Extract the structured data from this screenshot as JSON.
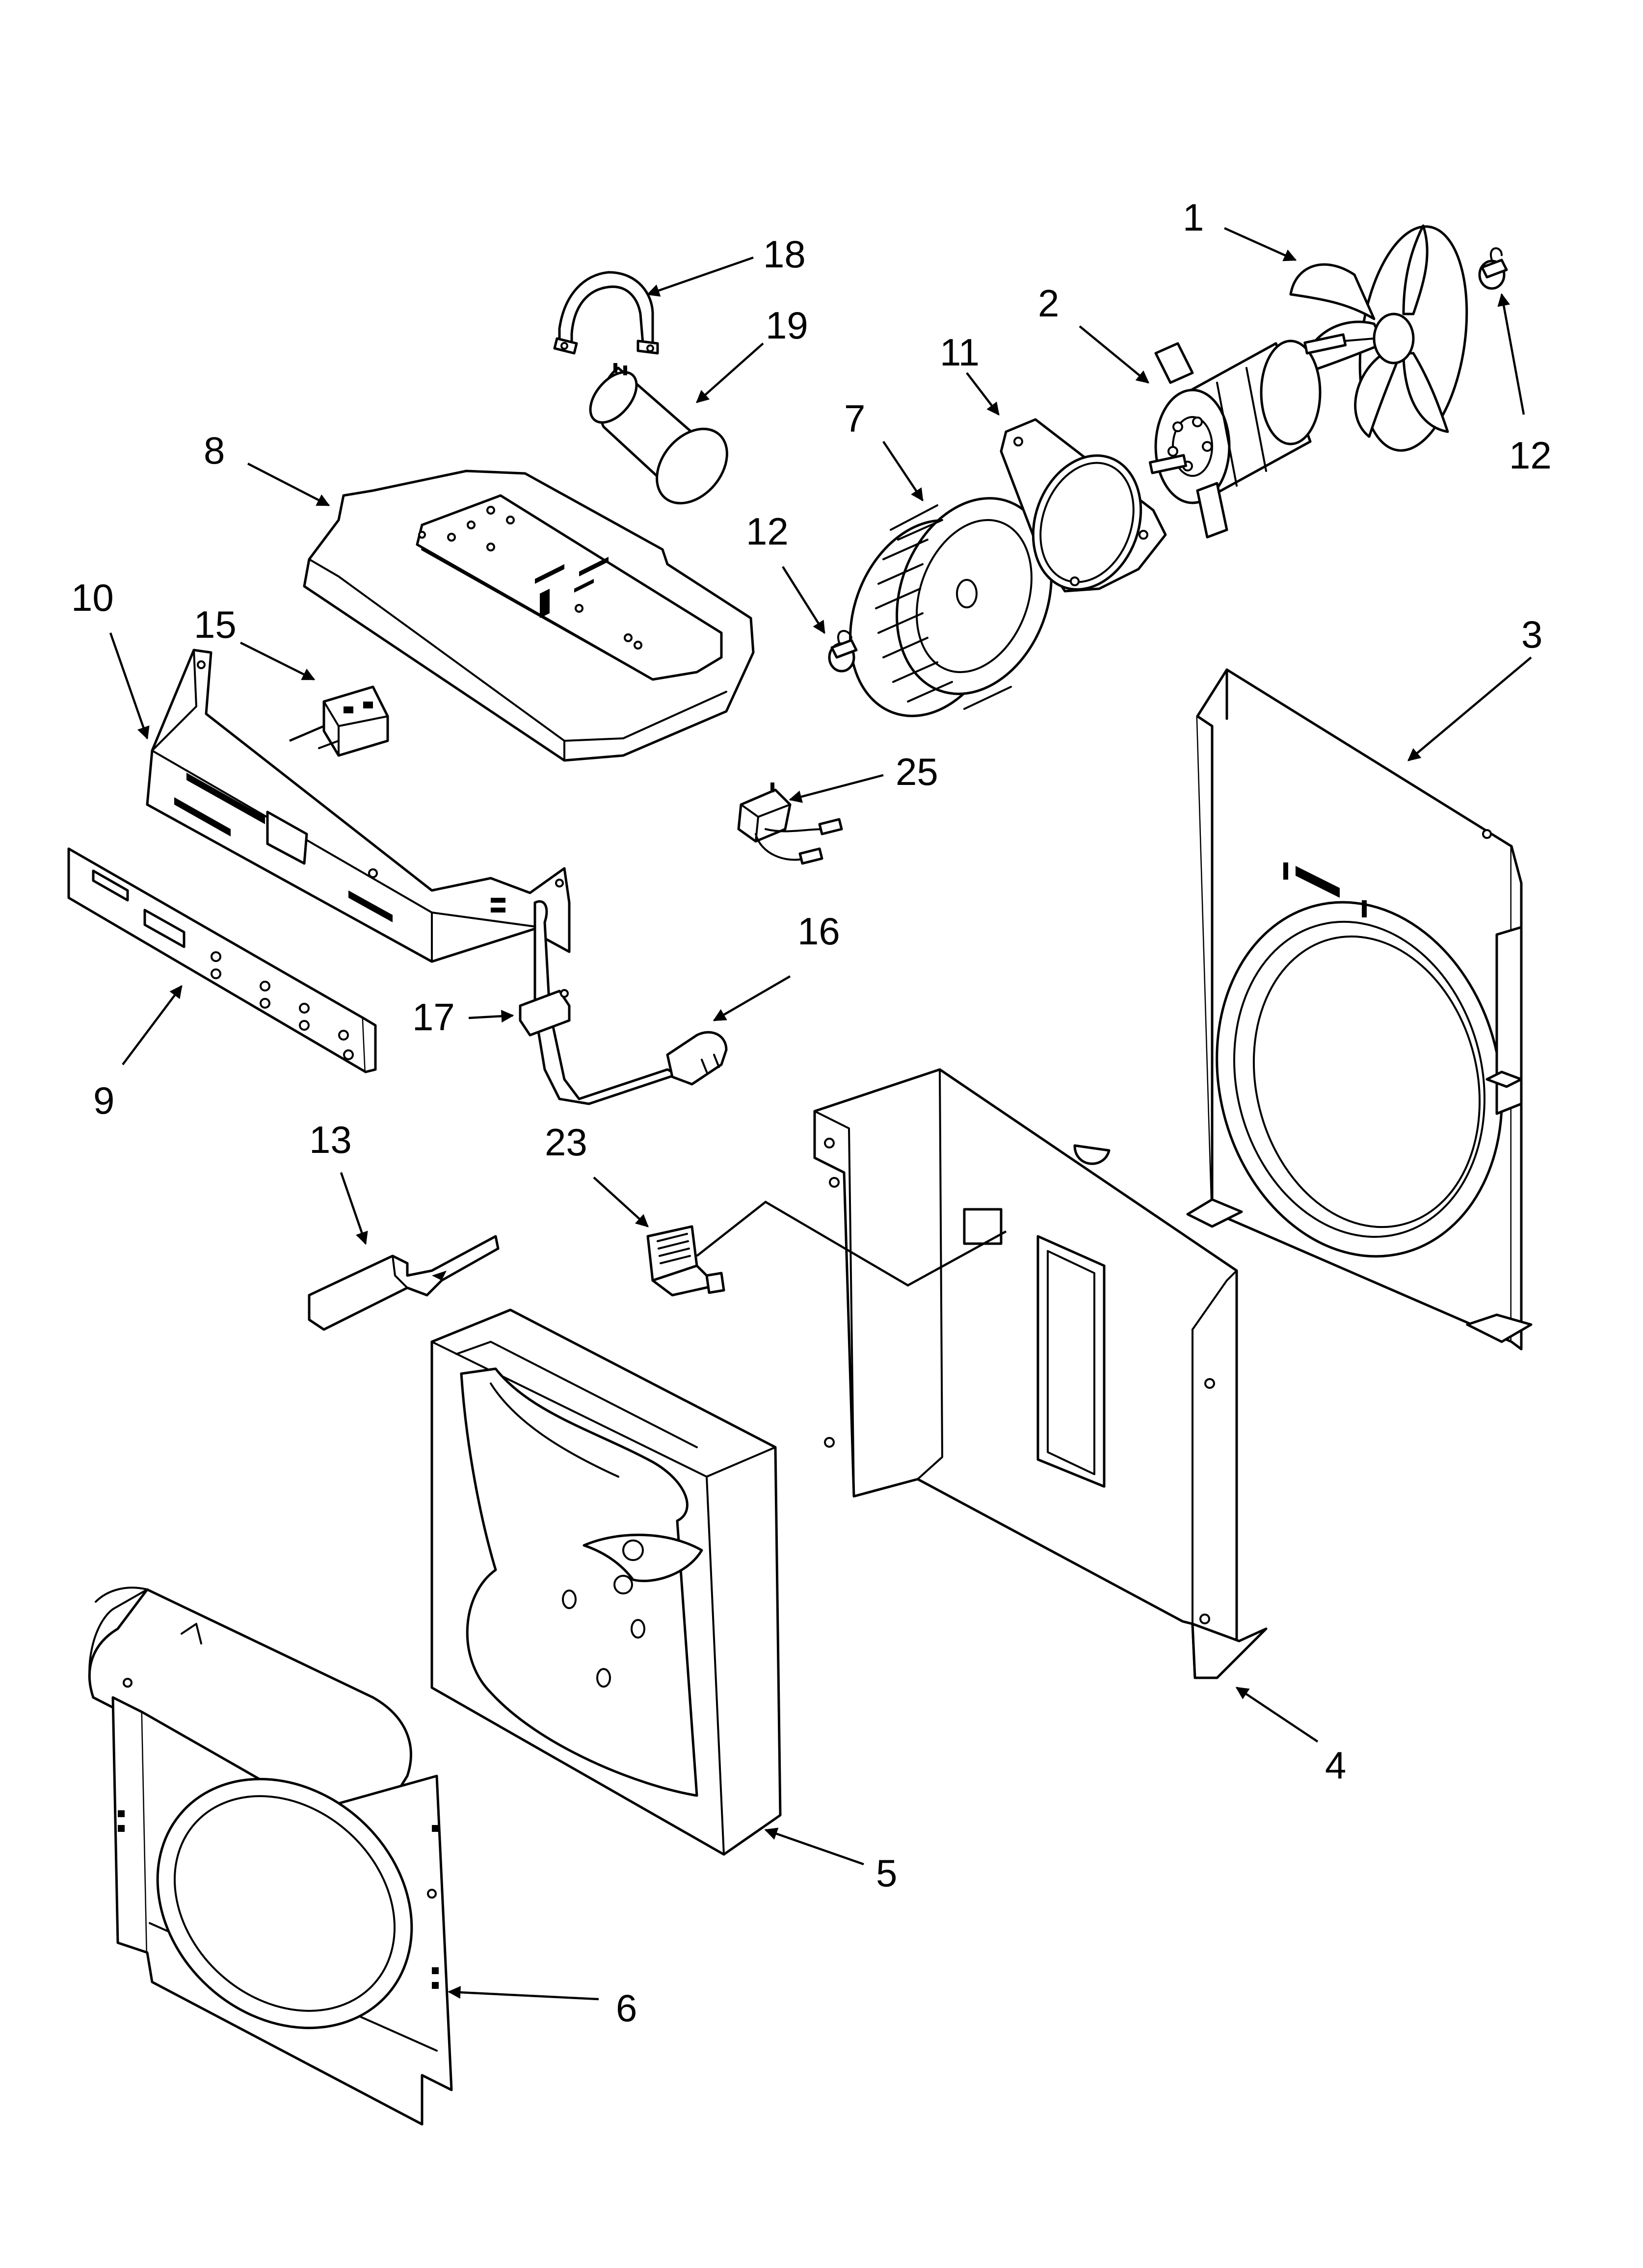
{
  "colors": {
    "line": "#000000",
    "background": "#ffffff"
  },
  "callouts": {
    "c1": "1",
    "c2": "2",
    "c3": "3",
    "c4": "4",
    "c5": "5",
    "c6": "6",
    "c7": "7",
    "c8": "8",
    "c9": "9",
    "c10": "10",
    "c11": "11",
    "c12a": "12",
    "c12b": "12",
    "c13": "13",
    "c15": "15",
    "c16": "16",
    "c17": "17",
    "c18": "18",
    "c19": "19",
    "c23": "23",
    "c25": "25"
  }
}
